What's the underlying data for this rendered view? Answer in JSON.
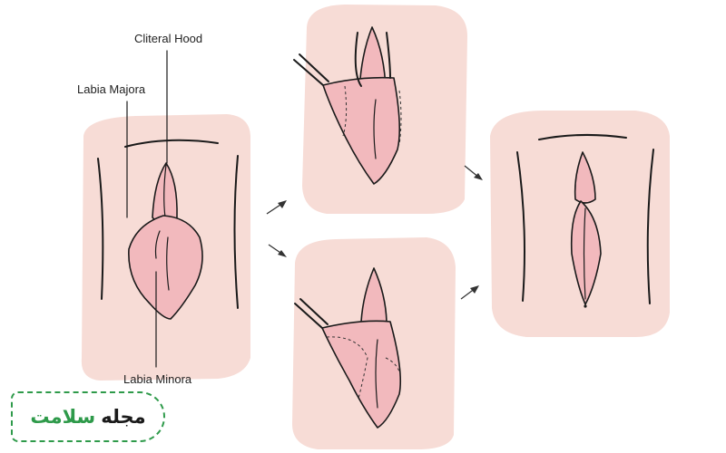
{
  "labels": {
    "clitoral_hood": "Cliteral Hood",
    "labia_majora": "Labia Majora",
    "labia_minora": "Labia Minora"
  },
  "watermark": {
    "word1": "سلامت",
    "word2": "مجله"
  },
  "colors": {
    "skin": "#f7dcd6",
    "tissue": "#f2b9bd",
    "badge_green": "#2e9a4a"
  }
}
